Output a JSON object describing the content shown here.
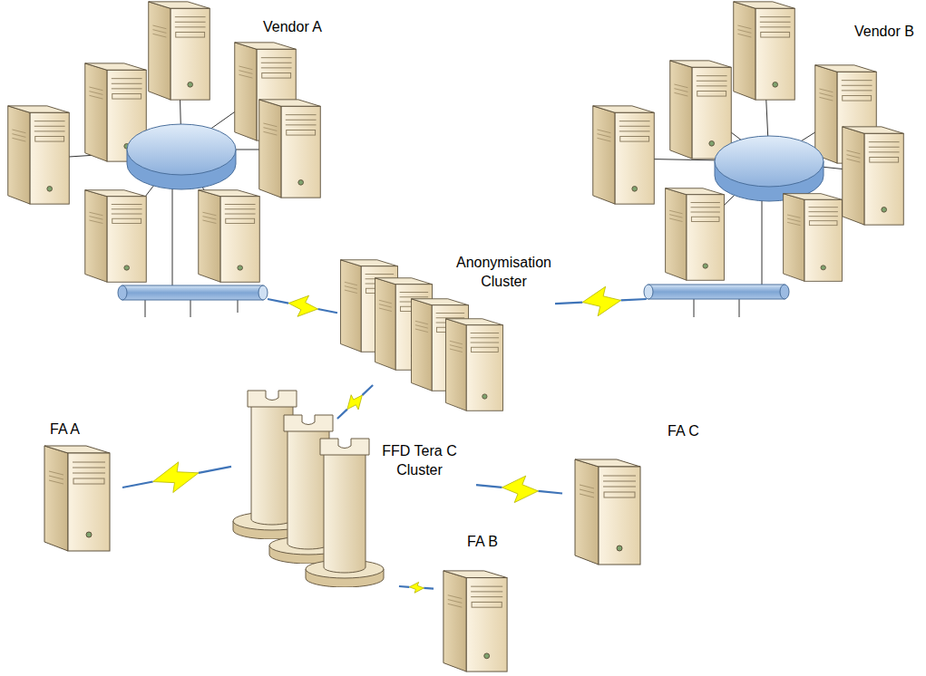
{
  "diagram": {
    "nodes": [
      {
        "text": [
          "Vendor A"
        ]
      },
      {
        "text": [
          "Vendor B"
        ]
      },
      {
        "text": [
          "Anonymisation Cluster"
        ]
      },
      {
        "text": [
          "FA A"
        ]
      },
      {
        "text": [
          "FFD Tera C Cluster"
        ]
      },
      {
        "text": [
          "FA C"
        ]
      },
      {
        "text": [
          "FA B"
        ]
      }
    ],
    "edges": [
      {
        "from": 0,
        "to": 2,
        "arrow": "none"
      },
      {
        "from": 2,
        "to": 1,
        "arrow": "none"
      },
      {
        "from": 2,
        "to": 4,
        "arrow": "none"
      },
      {
        "from": 4,
        "to": 3,
        "arrow": "none"
      },
      {
        "from": 4,
        "to": 5,
        "arrow": "none"
      },
      {
        "from": 4,
        "to": 6,
        "arrow": "none"
      }
    ]
  }
}
